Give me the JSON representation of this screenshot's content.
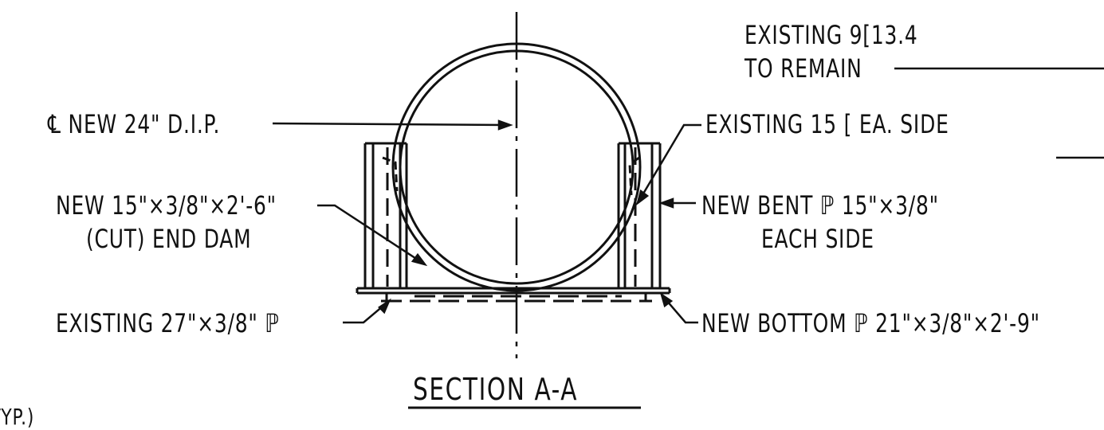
{
  "labels": {
    "existing_channel_line1": "EXISTING 9[13.4",
    "existing_channel_line2": "TO REMAIN",
    "new_pipe": "℄ NEW 24\" D.I.P.",
    "existing_15c": "EXISTING 15 [ EA. SIDE",
    "end_dam_line1": "NEW 15\"×3/8\"×2'-6\"",
    "end_dam_line2": "(CUT) END DAM",
    "bent_plate_line1": "NEW BENT ℙ 15\"×3/8\"",
    "bent_plate_line2": "EACH SIDE",
    "existing_plate": "EXISTING 27\"×3/8\" ℙ",
    "bottom_plate": "NEW BOTTOM ℙ 21\"×3/8\"×2'-9\"",
    "partial_typ": "(TYP.)"
  },
  "title": "SECTION A-A",
  "colors": {
    "ink": "#111111",
    "paper": "#ffffff"
  }
}
